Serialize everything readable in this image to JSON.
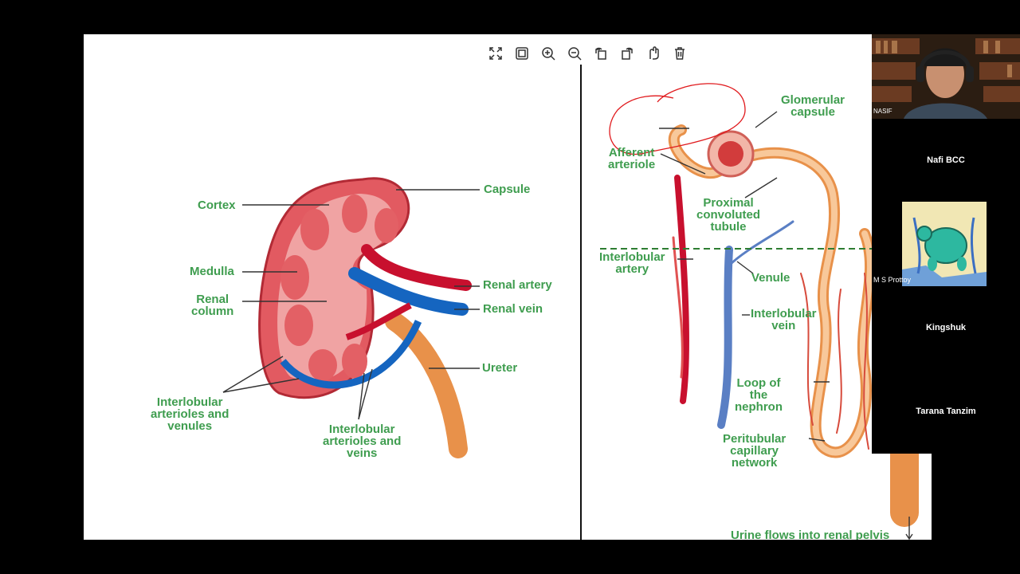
{
  "toolbar": {
    "items": [
      "fullscreen-icon",
      "fit-page-icon",
      "zoom-in-icon",
      "zoom-out-icon",
      "rotate-left-icon",
      "rotate-right-icon",
      "pan-hand-icon",
      "delete-icon"
    ]
  },
  "kidney_labels": {
    "cortex": "Cortex",
    "capsule": "Capsule",
    "medulla": "Medulla",
    "renal_artery": "Renal artery",
    "renal_column": "Renal\ncolumn",
    "renal_vein": "Renal vein",
    "ureter": "Ureter",
    "interlobular_arterioles_venules": "Interlobular\narterioles and\nvenules",
    "interlobular_arterioles_veins": "Interlobular\narterioles and\nveins"
  },
  "nephron_labels": {
    "glomerular_capsule": "Glomerular\ncapsule",
    "afferent_arteriole": "Afferent\narteriole",
    "proximal_tubule": "Proximal\nconvoluted\ntubule",
    "interlobular_artery": "Interlobular\nartery",
    "venule": "Venule",
    "interlobular_vein": "Interlobular\nvein",
    "loop_of_nephron": "Loop of\nthe\nnephron",
    "peritubular": "Peritubular\ncapillary\nnetwork",
    "urine_flow": "Urine flows into renal pelvis"
  },
  "participants": {
    "camera_name": "NASIF",
    "list": [
      "Nafi BCC",
      "M S Prottoy",
      "Kingshuk",
      "Tarana Tanzim"
    ]
  },
  "colors": {
    "label_green": "#3f9d4f",
    "artery_red": "#c8102e",
    "vein_blue": "#1565c0"
  }
}
